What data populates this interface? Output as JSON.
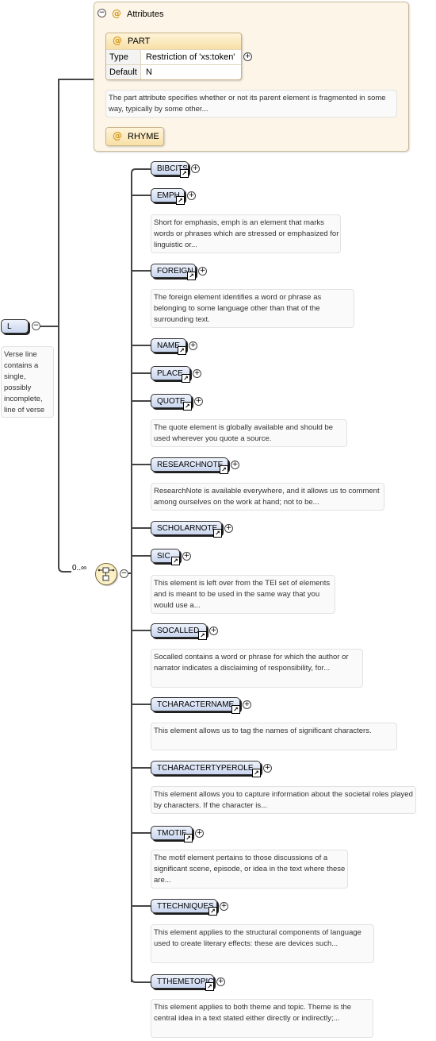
{
  "attributes": {
    "title": "Attributes",
    "part": {
      "name": "PART",
      "type_label": "Type",
      "type_value": "Restriction of 'xs:token'",
      "default_label": "Default",
      "default_value": "N",
      "description": "The part attribute specifies whether or not its parent element is fragmented in some way, typically by some other..."
    },
    "rhyme": {
      "name": "RHYME"
    }
  },
  "root": {
    "name": "L",
    "description": "Verse line contains a single, possibly incomplete, line of verse"
  },
  "sequence": {
    "occurrence": "0..∞"
  },
  "elements": [
    {
      "name": "BIBCITS",
      "description": ""
    },
    {
      "name": "EMPH",
      "description": "Short for emphasis, emph is an element that marks words or phrases which are stressed or emphasized for linguistic or..."
    },
    {
      "name": "FOREIGN",
      "description": "The foreign element identifies a word or phrase as belonging to some language other than that of the surrounding text."
    },
    {
      "name": "NAME",
      "description": ""
    },
    {
      "name": "PLACE",
      "description": ""
    },
    {
      "name": "QUOTE",
      "description": "The quote element is globally available and should be used wherever you quote a source."
    },
    {
      "name": "RESEARCHNOTE",
      "description": "ResearchNote is available everywhere, and it allows us to comment among ourselves on the work at hand; not to be..."
    },
    {
      "name": "SCHOLARNOTE",
      "description": ""
    },
    {
      "name": "SIC",
      "description": "This element is left over from the TEI set of elements and is meant to be used in the same way that you would use a..."
    },
    {
      "name": "SOCALLED",
      "description": "Socalled contains a word or phrase for which the author or narrator indicates a disclaiming of responsibility, for..."
    },
    {
      "name": "TCHARACTERNAME",
      "description": "This element allows us to tag the names of significant characters."
    },
    {
      "name": "TCHARACTERTYPEROLE",
      "description": "This element allows you to capture information about the societal roles played by characters. If the character is..."
    },
    {
      "name": "TMOTIF",
      "description": "The motif element pertains to those discussions of a significant scene, episode, or idea in the text where these are..."
    },
    {
      "name": "TTECHNIQUES",
      "description": "This element applies to the structural components of language used to create literary effects: these are devices such..."
    },
    {
      "name": "TTHEMETOPIC",
      "description": "This element applies to both theme and topic. Theme is the central idea in a text stated either directly or indirectly;..."
    }
  ]
}
